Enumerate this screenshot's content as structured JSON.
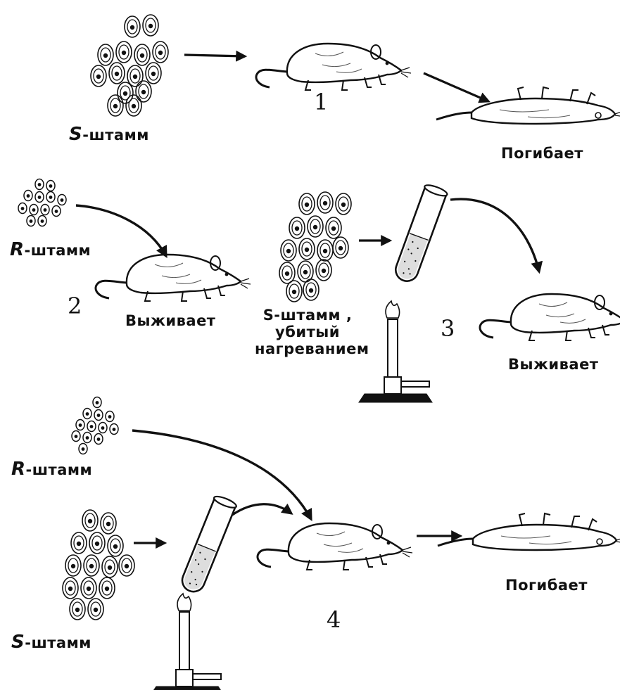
{
  "experiment1": {
    "strain_letter": "S",
    "strain_suffix": "-штамм",
    "number": "1",
    "result": "Погибает"
  },
  "experiment2": {
    "strain_letter": "R",
    "strain_suffix": "-штамм",
    "number": "2",
    "result": "Выживает"
  },
  "experiment3": {
    "strain_line1": "S-штамм ,",
    "strain_line2": "убитый",
    "strain_line3": "нагреванием",
    "number": "3",
    "result": "Выживает"
  },
  "experiment4": {
    "r_strain_letter": "R",
    "r_strain_suffix": "-штамм",
    "s_strain_letter": "S",
    "s_strain_suffix": "-штамм",
    "number": "4",
    "result": "Погибает"
  },
  "colors": {
    "ink": "#111111",
    "background": "#ffffff"
  }
}
